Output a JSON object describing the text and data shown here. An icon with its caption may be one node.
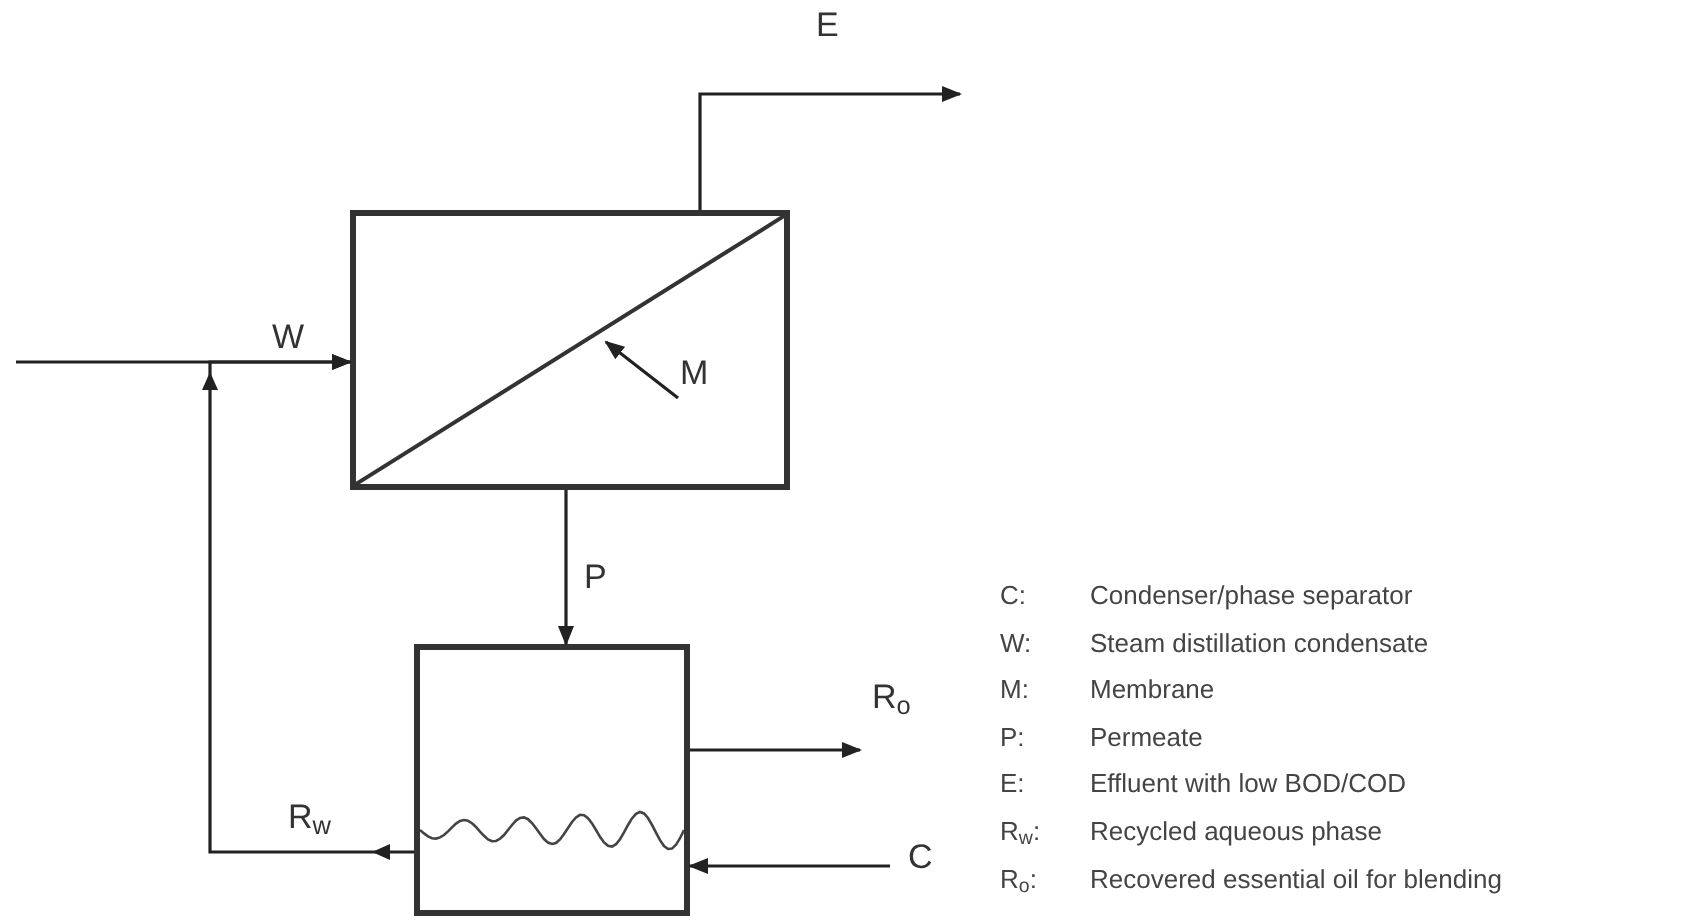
{
  "diagram": {
    "nodes": [
      {
        "text": [],
        "shape": "box"
      },
      {
        "text": [],
        "shape": "box"
      },
      {
        "text": [
          "M"
        ],
        "in": 0
      }
    ],
    "edges": [
      {
        "from": null,
        "to": 0,
        "arrow": "to",
        "label": "W"
      },
      {
        "from": 1,
        "to": 0,
        "arrow": "to",
        "label": "R$_{w}$"
      },
      {
        "from": 0,
        "to": null,
        "arrow": "to",
        "label": "E"
      },
      {
        "from": 0,
        "to": 1,
        "arrow": "to",
        "label": "P"
      },
      {
        "from": 1,
        "to": null,
        "arrow": "to",
        "label": "R$_{o}$"
      },
      {
        "from": null,
        "to": 1,
        "arrow": "to",
        "label": "C"
      },
      {
        "from": 2,
        "to": null,
        "arrow": "to"
      }
    ],
    "labels": [
      "C:",
      "Condenser/phase separator",
      "W:",
      "Steam distillation condensate",
      "M:",
      "Membrane",
      "P:",
      "Permeate",
      "E:",
      "Effluent with low BOD/COD",
      "R$_{w}$:",
      "Recycled aqueous phase",
      "R$_{o}$:",
      "Recovered essential oil for blending"
    ]
  }
}
